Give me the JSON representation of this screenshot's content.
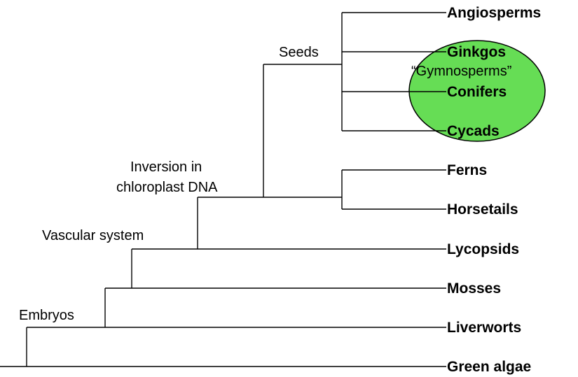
{
  "diagram": {
    "type": "cladogram",
    "taxa": {
      "angiosperms": "Angiosperms",
      "ginkgos": "Ginkgos",
      "conifers": "Conifers",
      "cycads": "Cycads",
      "ferns": "Ferns",
      "horsetails": "Horsetails",
      "lycopsids": "Lycopsids",
      "mosses": "Mosses",
      "liverworts": "Liverworts",
      "green_algae": "Green algae"
    },
    "traits": {
      "seeds": "Seeds",
      "inversion_line1": "Inversion in",
      "inversion_line2": "chloroplast DNA",
      "vascular": "Vascular system",
      "embryos": "Embryos"
    },
    "group": {
      "label": "“Gymnosperms”",
      "fill": "#66dd55",
      "stroke": "#000000"
    }
  }
}
